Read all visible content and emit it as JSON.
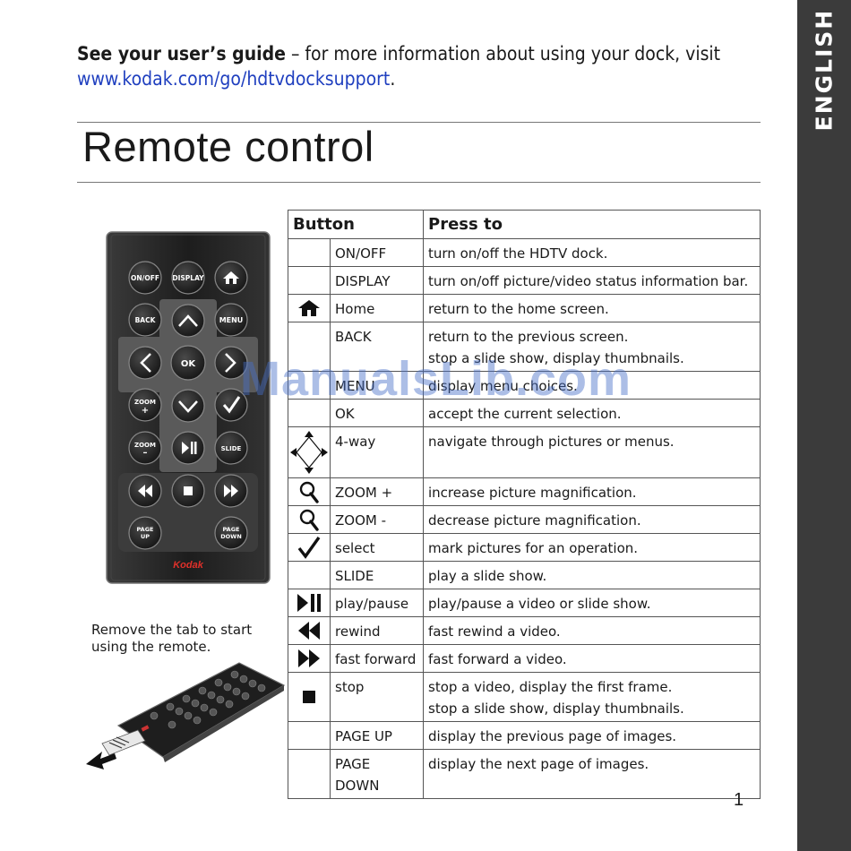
{
  "sidebar": {
    "label": "ENGLISH"
  },
  "intro": {
    "bold": "See your user’s guide",
    "text": " – for more information about using your dock, visit",
    "link": "www.kodak.com/go/hdtvdocksupport",
    "period": "."
  },
  "title": "Remote control",
  "watermark": "ManualsLib.com",
  "remote": {
    "labels": {
      "onoff": "ON/OFF",
      "display": "DISPLAY",
      "back": "BACK",
      "menu": "MENU",
      "ok": "OK",
      "zoom_in": "ZOOM",
      "zoom_in_sign": "+",
      "zoom_out": "ZOOM",
      "zoom_out_sign": "–",
      "slide": "SLIDE",
      "page": "PAGE",
      "up": "UP",
      "down": "DOWN",
      "brand": "Kodak"
    }
  },
  "caption": {
    "line1": "Remove the tab to start",
    "line2": "using the remote."
  },
  "table": {
    "headers": {
      "button": "Button",
      "press": "Press to"
    },
    "rows": [
      {
        "icon": "none",
        "name": "ON/OFF",
        "lines": [
          "turn on/off the HDTV dock."
        ]
      },
      {
        "icon": "none",
        "name": "DISPLAY",
        "lines": [
          "turn on/off picture/video status information bar."
        ]
      },
      {
        "icon": "home-icon",
        "name": "Home",
        "lines": [
          "return to the home screen."
        ]
      },
      {
        "icon": "none",
        "name": "BACK",
        "lines": [
          "return to the previous screen.",
          "stop a slide show, display thumbnails."
        ]
      },
      {
        "icon": "none",
        "name": "MENU",
        "lines": [
          "display menu choices."
        ]
      },
      {
        "icon": "none",
        "name": "OK",
        "lines": [
          "accept the current selection."
        ]
      },
      {
        "icon": "four-way-icon",
        "name": "4-way",
        "lines": [
          "navigate through pictures or menus."
        ]
      },
      {
        "icon": "zoom-in-icon",
        "name": "ZOOM +",
        "lines": [
          "increase picture magnification."
        ]
      },
      {
        "icon": "zoom-out-icon",
        "name": "ZOOM -",
        "lines": [
          "decrease picture magnification."
        ]
      },
      {
        "icon": "checkmark-icon",
        "name": "select",
        "lines": [
          "mark pictures for an operation."
        ]
      },
      {
        "icon": "none",
        "name": "SLIDE",
        "lines": [
          "play a slide show."
        ]
      },
      {
        "icon": "play-pause-icon",
        "name": "play/pause",
        "lines": [
          "play/pause a video or slide show."
        ]
      },
      {
        "icon": "rewind-icon",
        "name": "rewind",
        "lines": [
          "fast rewind a video."
        ]
      },
      {
        "icon": "fast-forward-icon",
        "name": "fast forward",
        "lines": [
          "fast forward a video."
        ]
      },
      {
        "icon": "stop-icon",
        "name": "stop",
        "lines": [
          "stop a video, display the first frame.",
          "stop a slide show, display thumbnails."
        ]
      },
      {
        "icon": "none",
        "name": "PAGE UP",
        "lines": [
          "display the previous page of images."
        ]
      },
      {
        "icon": "none",
        "name": "PAGE DOWN",
        "lines": [
          "display the next page of images."
        ]
      }
    ]
  },
  "page_number": "1"
}
